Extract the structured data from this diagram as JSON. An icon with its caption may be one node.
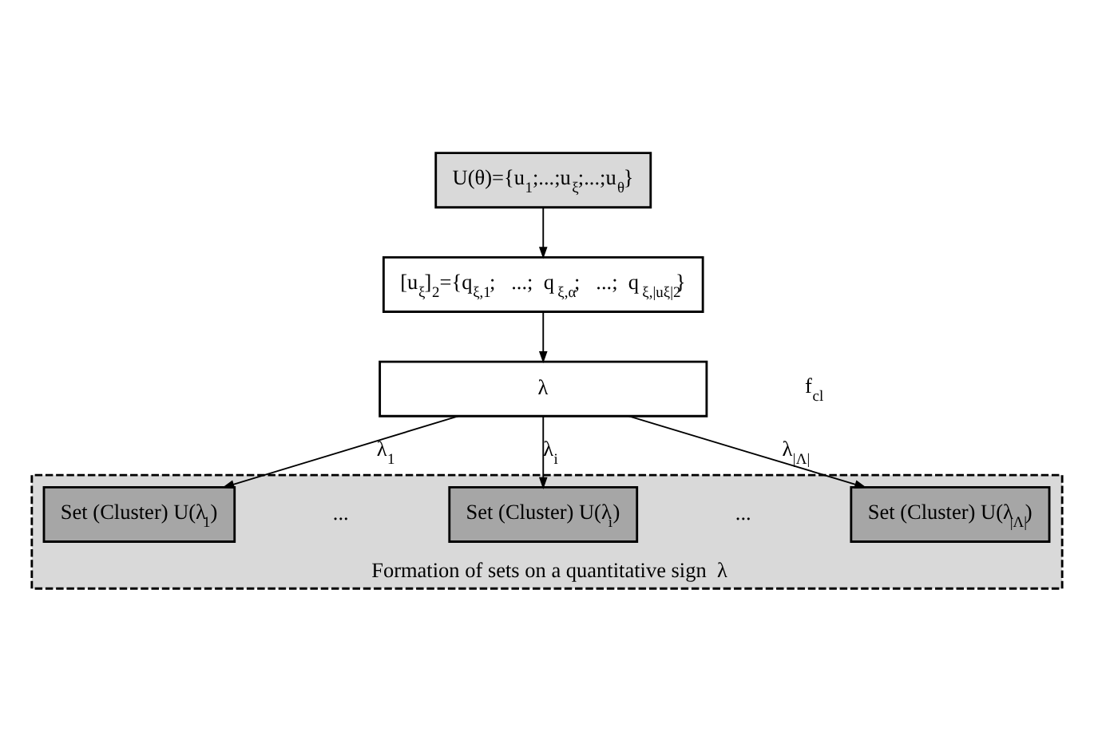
{
  "diagram": {
    "nodes": [
      {
        "text": [
          "U(θ)={u$_{1}$;...;u$_{ξ}$;...;u$_{θ}$}"
        ]
      },
      {
        "text": [
          "[u$_{ξ}$]$_{2}$={q$_{ξ,1}$;   ...;  q$_{ξ,α}$;   ...;  q$_{ξ,|uξ|2}$}"
        ]
      },
      {
        "text": [
          "λ"
        ]
      },
      {
        "text": [
          "Formation of sets on a quantitative sign  λ"
        ]
      },
      {
        "text": [
          "Set (Cluster) U(λ$_{1}$)"
        ],
        "in": 3
      },
      {
        "text": [
          "Set (Cluster) U(λ$_{i}$)"
        ],
        "in": 3
      },
      {
        "text": [
          "Set (Cluster) U(λ$_{|Λ|}$)"
        ],
        "in": 3
      }
    ],
    "edges": [
      {
        "from": 0,
        "to": 1,
        "arrow": "to"
      },
      {
        "from": 1,
        "to": 2,
        "arrow": "to"
      },
      {
        "from": 2,
        "to": 4,
        "arrow": "to",
        "label": "λ$_{1}$"
      },
      {
        "from": 2,
        "to": 5,
        "arrow": "to",
        "label": "λ$_{i}$"
      },
      {
        "from": 2,
        "to": 6,
        "arrow": "to",
        "label": "λ$_{|Λ|}$"
      }
    ],
    "labels": [
      "f$_{cl}$",
      "...",
      "..."
    ]
  }
}
